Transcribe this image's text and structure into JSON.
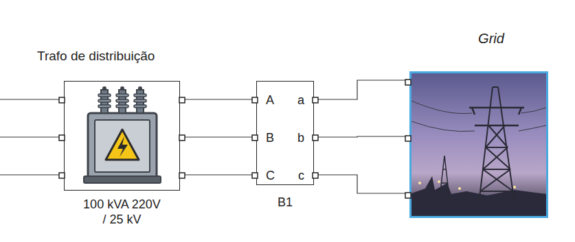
{
  "diagram": {
    "nodes": [
      {
        "text": [
          "Trafo de distribuição",
          "100 kVA 220V / 25 kV"
        ]
      },
      {
        "text": [
          "A",
          "B",
          "C",
          "a",
          "b",
          "c",
          "B1"
        ]
      },
      {
        "text": [
          "Grid"
        ]
      }
    ],
    "edges": [
      {
        "from": 0,
        "to": 1,
        "arrow": "none"
      },
      {
        "from": 0,
        "to": 1,
        "arrow": "none"
      },
      {
        "from": 0,
        "to": 1,
        "arrow": "none"
      },
      {
        "from": 1,
        "to": 2,
        "arrow": "none"
      },
      {
        "from": 1,
        "to": 2,
        "arrow": "none"
      },
      {
        "from": 1,
        "to": 2,
        "arrow": "none"
      }
    ]
  }
}
